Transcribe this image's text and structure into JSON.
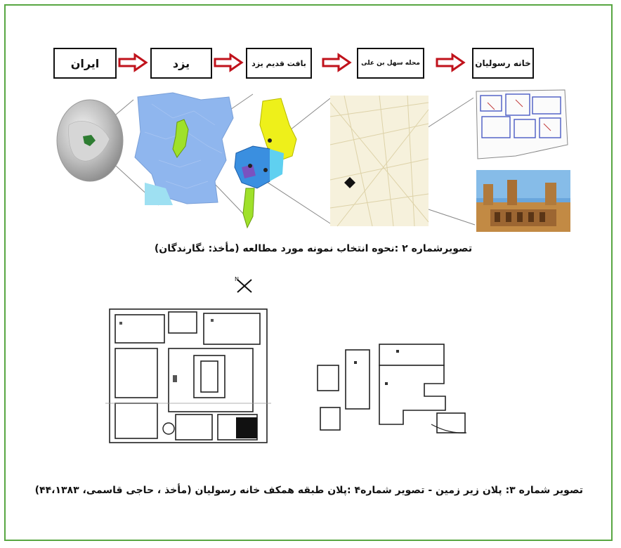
{
  "flow": {
    "boxes": [
      "ایران",
      "یزد",
      "بافت قدیم یزد",
      "محله سهل بن علی",
      "خانه رسولیان"
    ],
    "accent_color": "#c0121b",
    "frame_color": "#58a642"
  },
  "captions": {
    "figure2": "تصویرشماره ۲ :نحوه انتخاب نمونه مورد مطالعه (مأخذ: نگارندگان)",
    "figure34": "تصویر شماره ۳: پلان زیر زمین - تصویر شماره۴ :پلان طبقه همکف  خانه رسولیان (مأخذ ، حاجی قاسمی، ۴۴،۱۳۸۳)"
  },
  "icons": [
    "globe-icon",
    "iran-map-icon",
    "yazd-province-map-icon",
    "old-fabric-map-icon",
    "neighborhood-map-icon",
    "house-photo-icon",
    "north-arrow-icon",
    "basement-plan-icon",
    "ground-floor-plan-icon"
  ]
}
